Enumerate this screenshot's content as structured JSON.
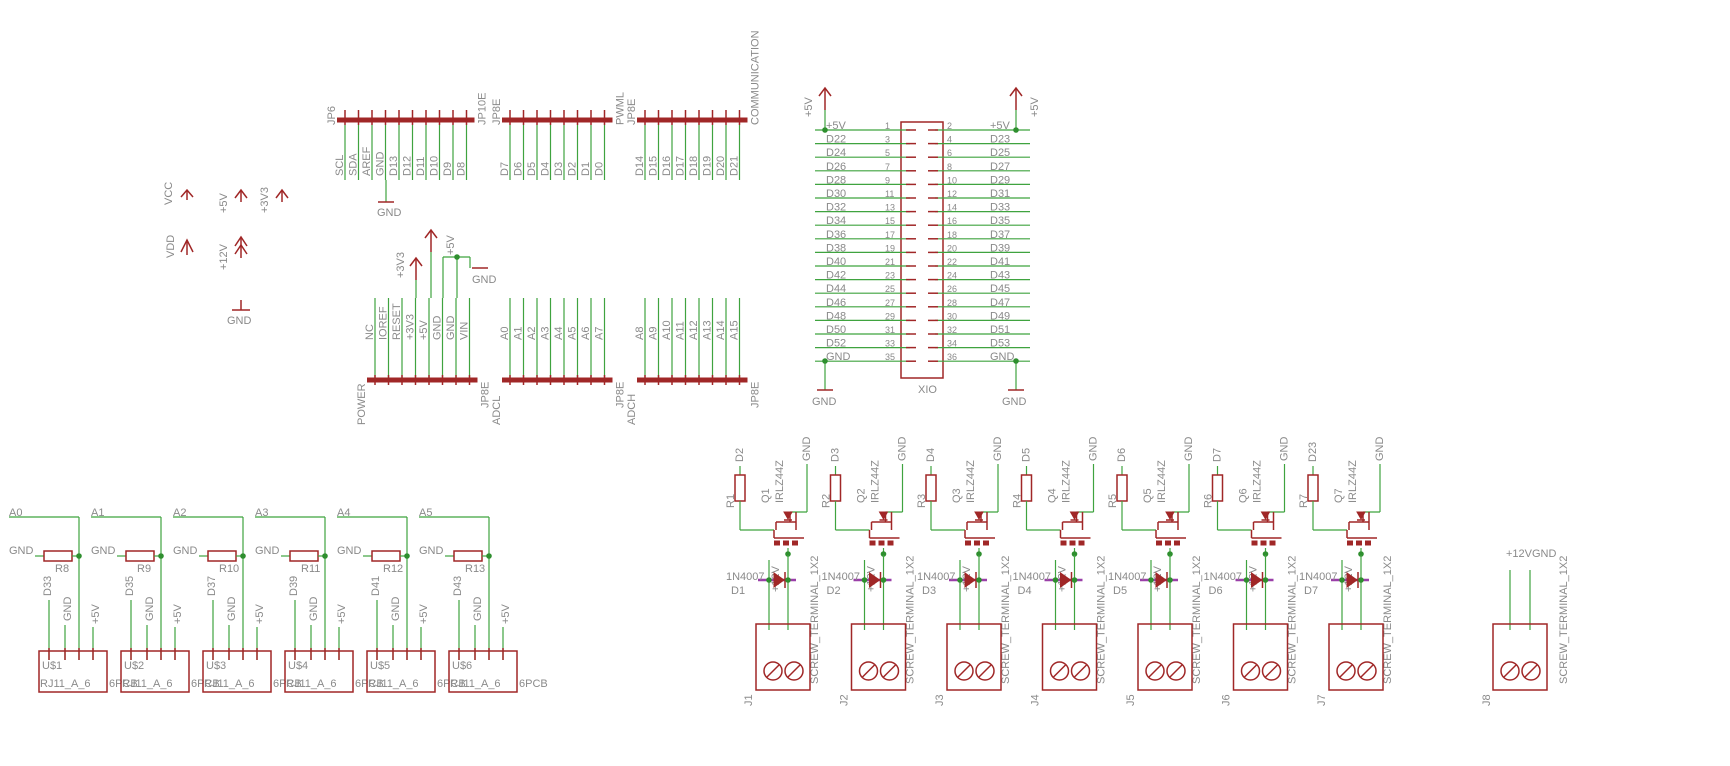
{
  "arduino_headers": {
    "top": [
      {
        "name": "JP6",
        "tag": "JP10E",
        "pins": [
          "SCL",
          "SDA",
          "AREF",
          "GND",
          "D13",
          "D12",
          "D11",
          "D10",
          "D9",
          "D8"
        ]
      },
      {
        "name": "JP8E",
        "tag": "PWML",
        "pins": [
          "D7",
          "D6",
          "D5",
          "D4",
          "D3",
          "D2",
          "D1",
          "D0"
        ]
      },
      {
        "name": "JP8E",
        "tag": "COMMUNICATION",
        "pins": [
          "D14",
          "D15",
          "D16",
          "D17",
          "D18",
          "D19",
          "D20",
          "D21"
        ]
      }
    ],
    "bottom": [
      {
        "name": "POWER",
        "tag": "JP8E",
        "pins": [
          "NC",
          "IOREF",
          "RESET",
          "+3V3",
          "+5V",
          "GND",
          "GND",
          "VIN"
        ]
      },
      {
        "name": "ADCL",
        "tag": "JP8E",
        "pins": [
          "A0",
          "A1",
          "A2",
          "A3",
          "A4",
          "A5",
          "A6",
          "A7"
        ]
      },
      {
        "name": "ADCH",
        "tag": "JP8E",
        "pins": [
          "A8",
          "A9",
          "A10",
          "A11",
          "A12",
          "A13",
          "A14",
          "A15"
        ]
      }
    ],
    "gnd_label": "GND",
    "plus3v3": "+3V3",
    "plus5v": "+5V"
  },
  "power_symbols": {
    "vcc": "VCC",
    "vdd": "VDD",
    "p5v": "+5V",
    "p3v3": "+3V3",
    "p12v": "+12V",
    "gnd": "GND"
  },
  "xio": {
    "name": "XIO",
    "left_labels": [
      "+5V",
      "D22",
      "D24",
      "D26",
      "D28",
      "D30",
      "D32",
      "D34",
      "D36",
      "D38",
      "D40",
      "D42",
      "D44",
      "D46",
      "D48",
      "D50",
      "D52",
      "GND"
    ],
    "right_labels": [
      "+5V",
      "D23",
      "D25",
      "D27",
      "D29",
      "D31",
      "D33",
      "D35",
      "D37",
      "D39",
      "D41",
      "D43",
      "D45",
      "D47",
      "D49",
      "D51",
      "D53",
      "GND"
    ],
    "left_nums": [
      "1",
      "3",
      "5",
      "7",
      "9",
      "11",
      "13",
      "15",
      "17",
      "19",
      "21",
      "23",
      "25",
      "27",
      "29",
      "31",
      "33",
      "35"
    ],
    "right_nums": [
      "2",
      "4",
      "6",
      "8",
      "10",
      "12",
      "14",
      "16",
      "18",
      "20",
      "22",
      "24",
      "26",
      "28",
      "30",
      "32",
      "34",
      "36"
    ],
    "supply_left": "+5V",
    "supply_right": "+5V",
    "gnd_left": "GND",
    "gnd_right": "GND"
  },
  "rj11": [
    {
      "analog": "A0",
      "res": "R8",
      "dig": "D33",
      "name": "U$1"
    },
    {
      "analog": "A1",
      "res": "R9",
      "dig": "D35",
      "name": "U$2"
    },
    {
      "analog": "A2",
      "res": "R10",
      "dig": "D37",
      "name": "U$3"
    },
    {
      "analog": "A3",
      "res": "R11",
      "dig": "D39",
      "name": "U$4"
    },
    {
      "analog": "A4",
      "res": "R12",
      "dig": "D41",
      "name": "U$5"
    },
    {
      "analog": "A5",
      "res": "R13",
      "dig": "D43",
      "name": "U$6"
    }
  ],
  "rj11_common": {
    "gnd": "GND",
    "p5v": "+5V",
    "part": "RJ11_A_6",
    "pkg": "6PCB"
  },
  "mosfet_channels": [
    {
      "signal": "D2",
      "res": "R1",
      "fet": "Q1",
      "diode": "D1",
      "term": "J1"
    },
    {
      "signal": "D3",
      "res": "R2",
      "fet": "Q2",
      "diode": "D2",
      "term": "J2"
    },
    {
      "signal": "D4",
      "res": "R3",
      "fet": "Q3",
      "diode": "D3",
      "term": "J3"
    },
    {
      "signal": "D5",
      "res": "R4",
      "fet": "Q4",
      "diode": "D4",
      "term": "J4"
    },
    {
      "signal": "D6",
      "res": "R5",
      "fet": "Q5",
      "diode": "D5",
      "term": "J5"
    },
    {
      "signal": "D7",
      "res": "R6",
      "fet": "Q6",
      "diode": "D6",
      "term": "J6"
    },
    {
      "signal": "D23",
      "res": "R7",
      "fet": "Q7",
      "diode": "D7",
      "term": "J7"
    }
  ],
  "mosfet_common": {
    "fet_part": "IRLZ44Z",
    "gnd": "GND",
    "diode_part": "1N4007",
    "p12v": "+12V",
    "term_part": "SCREW_TERMINAL_1X2"
  },
  "power_terminal": {
    "name": "J8",
    "label": "+12VGND",
    "part": "SCREW_TERMINAL_1X2"
  },
  "colors": {
    "part": "#a02727",
    "wire": "#3fa33f",
    "text": "#8a8a8a",
    "junction": "#2f8f2f",
    "diode_lead": "#9a3fa8"
  }
}
